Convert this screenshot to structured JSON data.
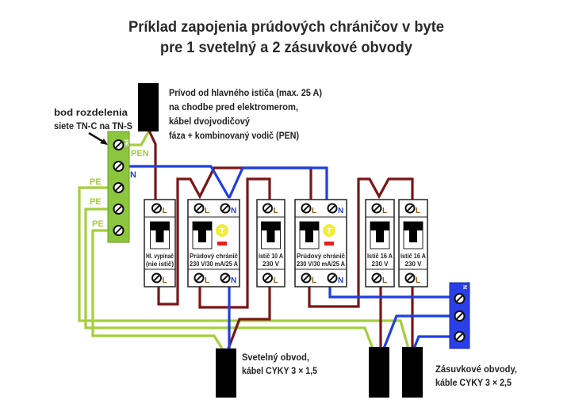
{
  "title": {
    "line1": "Príklad zapojenia prúdových chráničov v byte",
    "line2": "pre 1 svetelný a 2 zásuvkové obvody"
  },
  "supply_note": [
    "Prívod od hlavného ističa (max. 25 A)",
    "na chodbe pred elektromerom,",
    "kábel dvojvodičový",
    "fáza + kombinovaný vodič (PEN)"
  ],
  "split_point_note": [
    "bod rozdelenia",
    "siete TN-C na TN-S"
  ],
  "terminal_block": {
    "top_label": "PE",
    "pen_label": "PEN",
    "n_label": "N",
    "pe_labels": [
      "PE",
      "PE",
      "PE"
    ]
  },
  "neutral_block": {
    "label": "N"
  },
  "modules": [
    {
      "type": "breaker",
      "text": [
        "Hl. vypínač",
        "(nie istič)"
      ],
      "terminals": [
        "L"
      ]
    },
    {
      "type": "rcd",
      "text": [
        "Prúdový chránič",
        "230 V/30 mA/25 A"
      ],
      "terminals": [
        "L",
        "N"
      ],
      "test_label": "T"
    },
    {
      "type": "breaker",
      "text": [
        "Istič 10 A",
        "230 V"
      ],
      "terminals": [
        "L"
      ]
    },
    {
      "type": "rcd",
      "text": [
        "Prúdový chránič",
        "230 V/30 mA/25 A"
      ],
      "terminals": [
        "L",
        "N"
      ],
      "test_label": "T"
    },
    {
      "type": "breaker",
      "text": [
        "Istič 16 A",
        "230 V"
      ],
      "terminals": [
        "L"
      ]
    },
    {
      "type": "breaker",
      "text": [
        "Istič 16 A",
        "230 V"
      ],
      "terminals": [
        "L"
      ]
    }
  ],
  "light_circuit_note": [
    "Svetelný obvod,",
    "kábel CYKY 3 × 1,5"
  ],
  "socket_circuit_note": [
    "Zásuvkové obvody,",
    "káble CYKY 3 × 2,5"
  ],
  "colors": {
    "phase": "#7a1616",
    "neutral": "#1f3fe0",
    "protective": "#a4cf3c",
    "cable": "#000000",
    "pe_block": "#8cc63f",
    "n_block": "#2a3fe8"
  }
}
